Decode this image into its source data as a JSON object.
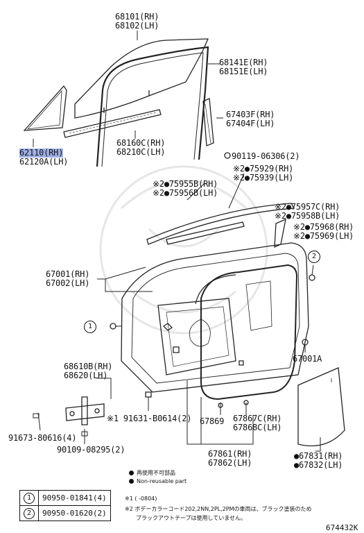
{
  "labels": {
    "glass": {
      "rh": "68101(RH)",
      "lh": "68102(LH)"
    },
    "run_channel": {
      "rh": "68141E(RH)",
      "lh": "68151E(LH)"
    },
    "quarter_glass": {
      "rh": "62110(RH)",
      "lh": "62120A(LH)"
    },
    "division_bar": {
      "rh": "67403F(RH)",
      "lh": "67404F(LH)"
    },
    "weatherstrip": {
      "rh": "68160C(RH)",
      "lh": "68210C(LH)"
    },
    "screw_90119": "90119-06306(2)",
    "moulding_75929": {
      "rh": "※2●75929(RH)",
      "lh": "※2●75939(LH)"
    },
    "moulding_75955": {
      "rh": "※2●75955B(RH)",
      "lh": "※2●75956B(LH)"
    },
    "moulding_75957": {
      "rh": "※2●75957C(RH)",
      "lh": "※2●75958B(LH)"
    },
    "moulding_75968": {
      "rh": "※2●75968(RH)",
      "lh": "※2●75969(LH)"
    },
    "door_panel": {
      "rh": "67001(RH)",
      "lh": "67002(LH)"
    },
    "panel_67001A": "67001A",
    "hinge": {
      "rh": "68610B(RH)",
      "lh": "68620(LH)"
    },
    "bolt_91631": "※1 91631-B0614(2)",
    "bolt_91673": "91673-80616(4)",
    "bolt_90109": "90109-08295(2)",
    "part_67869": "67869",
    "weatherstrip_67867": {
      "rh": "67867C(RH)",
      "lh": "67868C(LH)"
    },
    "weatherstrip_67861": {
      "rh": "67861(RH)",
      "lh": "67862(LH)"
    },
    "service_hole_cover": {
      "rh": "●67831(RH)",
      "lh": "●67832(LH)"
    },
    "marker_1": "1",
    "marker_2": "2"
  },
  "legend": {
    "line1": "再使用不可部品",
    "line2": "Non-reusable part"
  },
  "ref_table": [
    {
      "marker": "1",
      "part": "90950-01841(4)"
    },
    {
      "marker": "2",
      "part": "90950-01620(2)"
    }
  ],
  "notes": {
    "note1": "※1 (      -0804)",
    "note2a": "※2 ボデーカラーコード202,2NN,2PL,2PMの車両は、ブラック塗装のため",
    "note2b": "ブラックアウトテープは使用していません。"
  },
  "diagram_id": "674432K"
}
